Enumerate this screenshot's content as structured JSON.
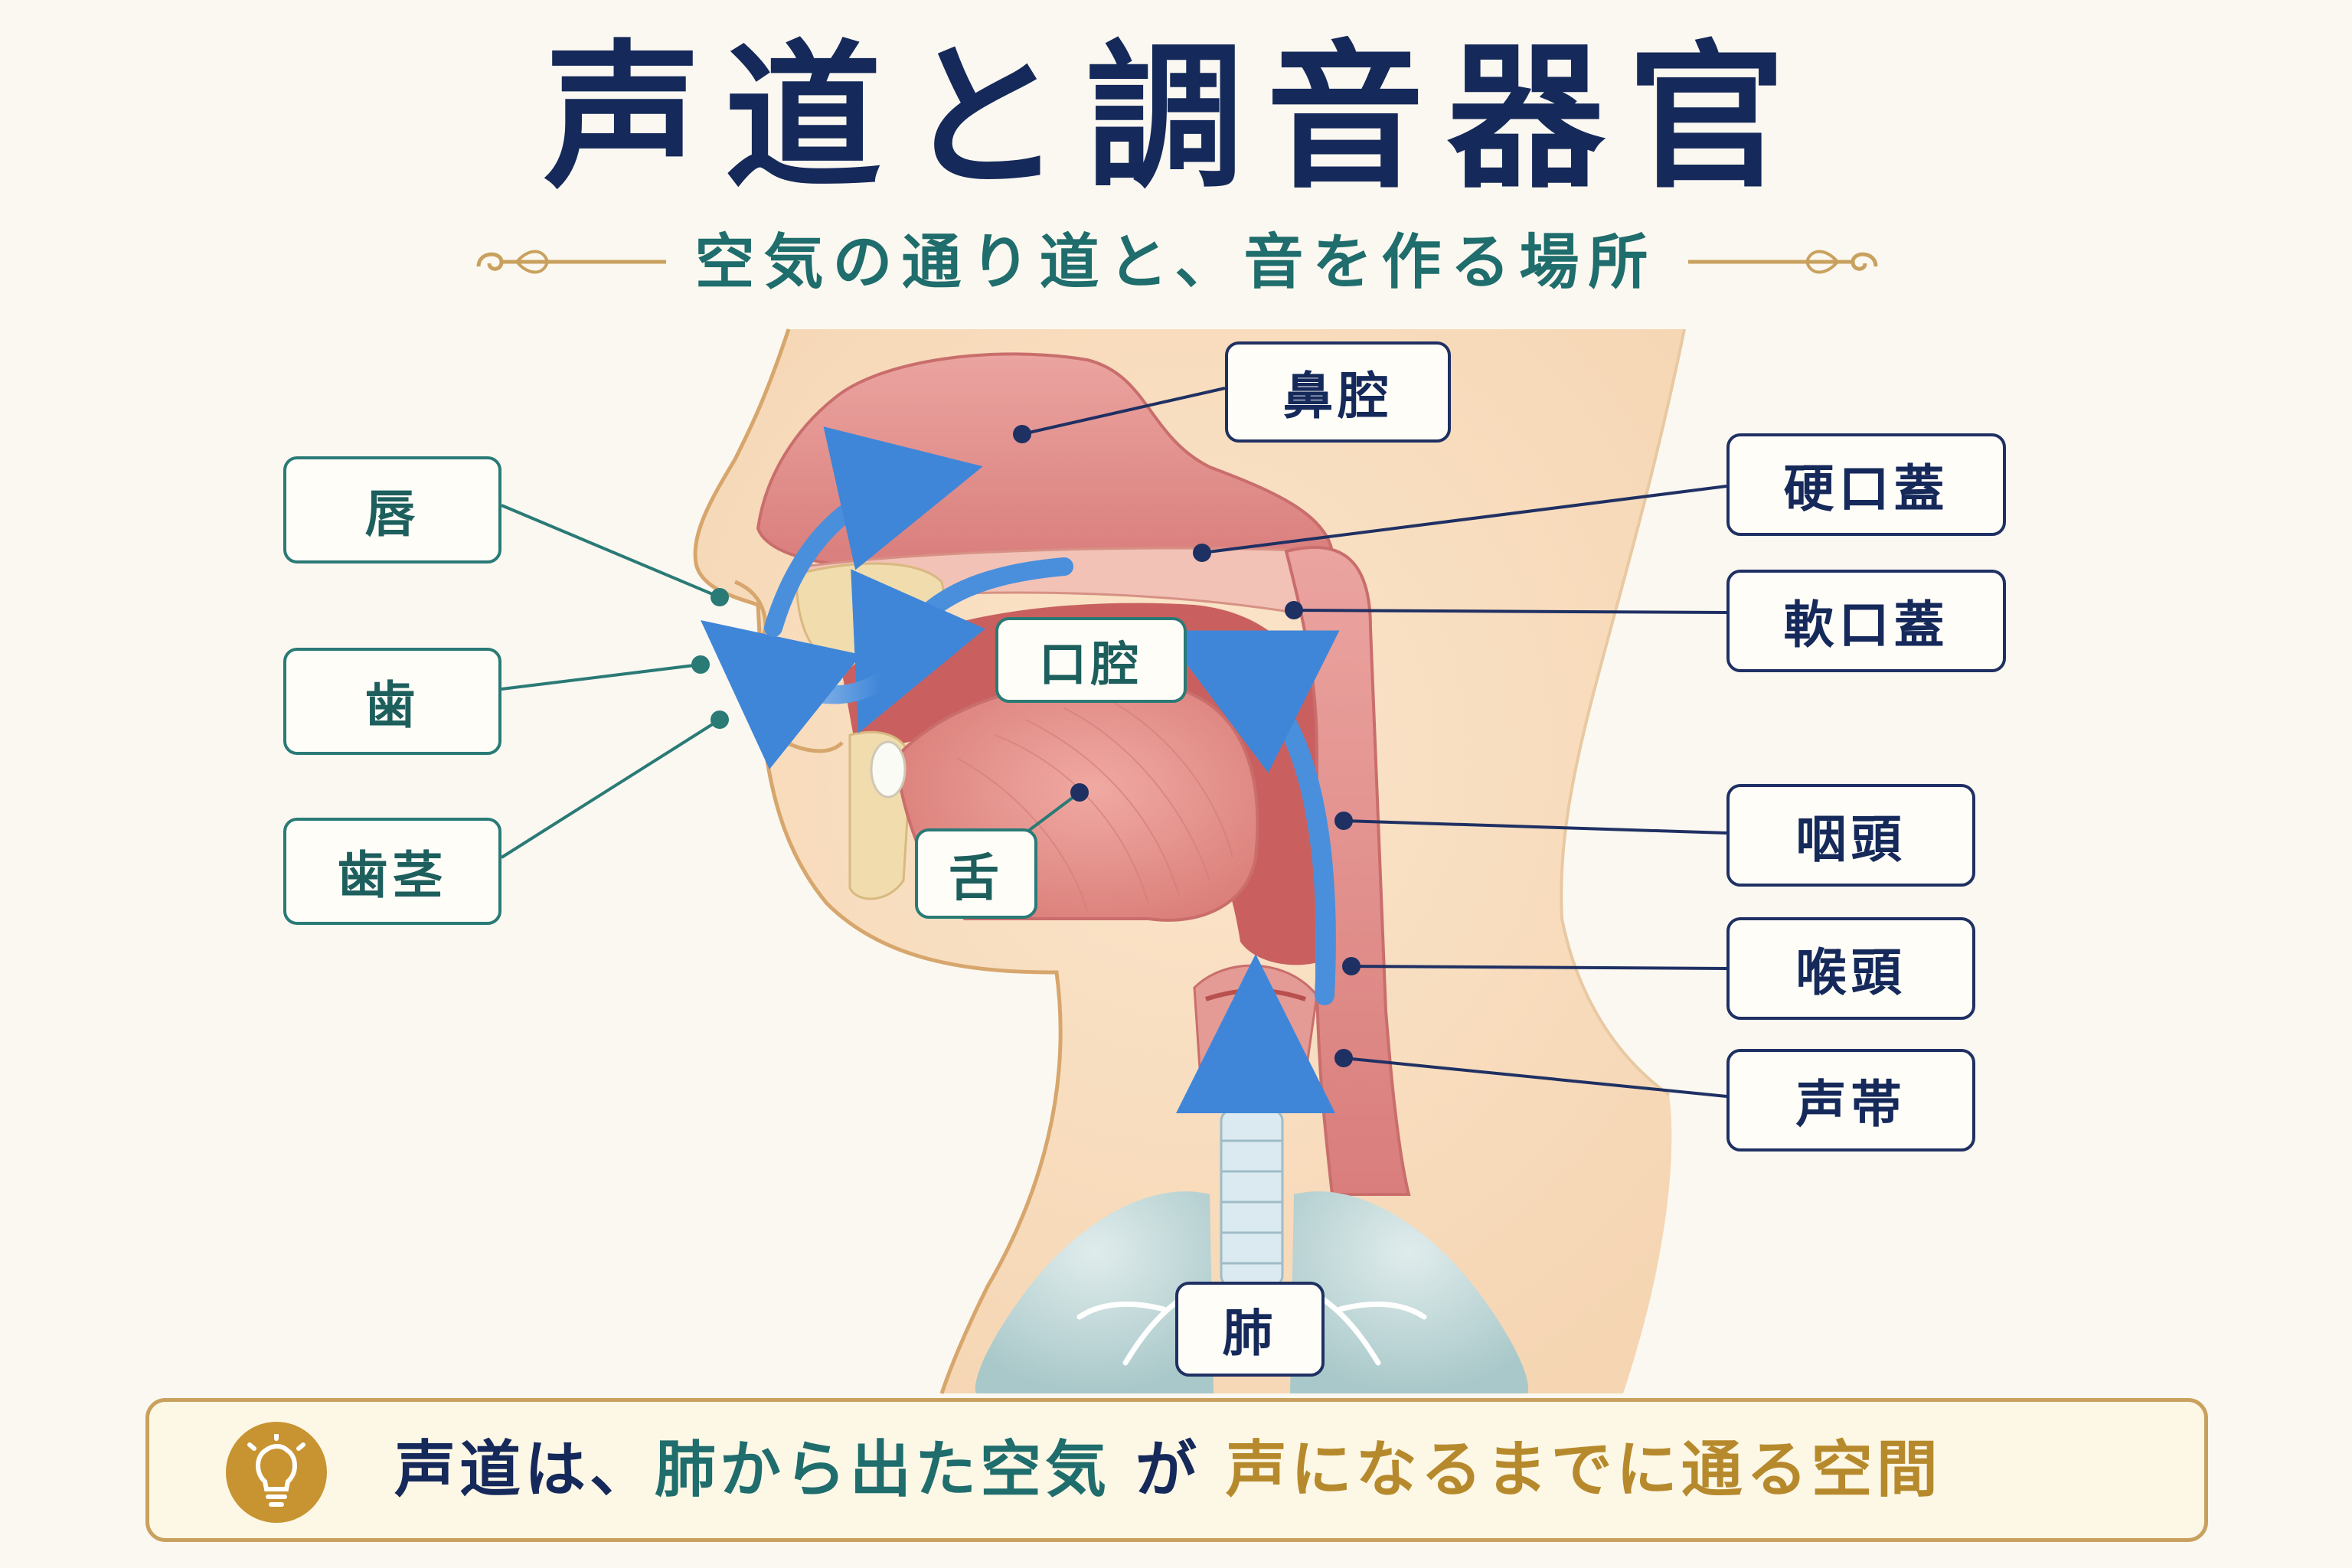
{
  "title": "声道と調音器官",
  "subtitle": "空気の通り道と、音を作る場所",
  "labels": {
    "lips": "唇",
    "teeth": "歯",
    "gums": "歯茎",
    "nasal_cavity": "鼻腔",
    "hard_palate": "硬口蓋",
    "soft_palate": "軟口蓋",
    "oral_cavity": "口腔",
    "tongue": "舌",
    "pharynx": "咽頭",
    "larynx": "喉頭",
    "vocal_cords": "声帯",
    "lungs": "肺"
  },
  "banner": {
    "part1": "声道は、",
    "part2": "肺から出た空気",
    "part3": "が",
    "part4": "声になるまでに通る空間"
  },
  "colors": {
    "navy": "#15295a",
    "teal": "#1f6d6c",
    "gold": "#b68a2c",
    "airflow": "#3f86d8",
    "tissue": "#e58f8f"
  },
  "icons": {
    "banner": "lightbulb-icon"
  }
}
